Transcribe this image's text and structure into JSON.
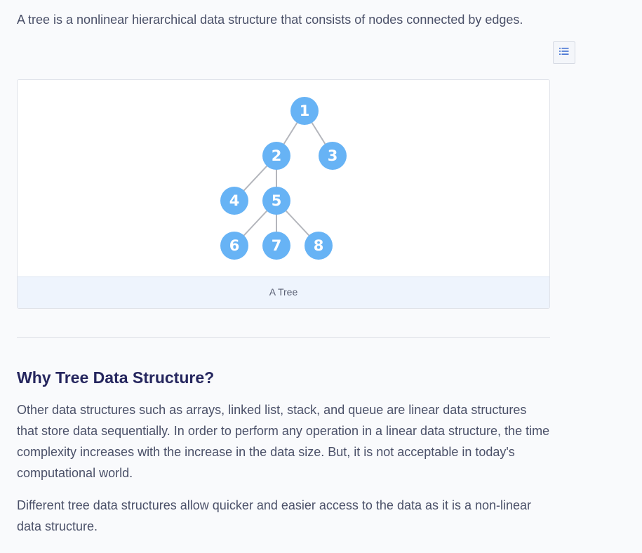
{
  "intro": {
    "text": "A tree is a nonlinear hierarchical data structure that consists of nodes connected by edges."
  },
  "toc_button": {
    "icon": "list-icon"
  },
  "figure": {
    "caption": "A Tree",
    "node_color": "#67b3f5",
    "edge_color": "#b4b6bc",
    "nodes": [
      {
        "id": "n1",
        "label": "1"
      },
      {
        "id": "n2",
        "label": "2"
      },
      {
        "id": "n3",
        "label": "3"
      },
      {
        "id": "n4",
        "label": "4"
      },
      {
        "id": "n5",
        "label": "5"
      },
      {
        "id": "n6",
        "label": "6"
      },
      {
        "id": "n7",
        "label": "7"
      },
      {
        "id": "n8",
        "label": "8"
      }
    ],
    "edges": [
      [
        "1",
        "2"
      ],
      [
        "1",
        "3"
      ],
      [
        "2",
        "4"
      ],
      [
        "2",
        "5"
      ],
      [
        "5",
        "6"
      ],
      [
        "5",
        "7"
      ],
      [
        "5",
        "8"
      ]
    ]
  },
  "section": {
    "heading": "Why Tree Data Structure?",
    "paragraph1": "Other data structures such as arrays, linked list, stack, and queue are linear data structures that store data sequentially. In order to perform any operation in a linear data structure, the time complexity increases with the increase in the data size. But, it is not acceptable in today's computational world.",
    "paragraph2": "Different tree data structures allow quicker and easier access to the data as it is a non-linear data structure."
  }
}
